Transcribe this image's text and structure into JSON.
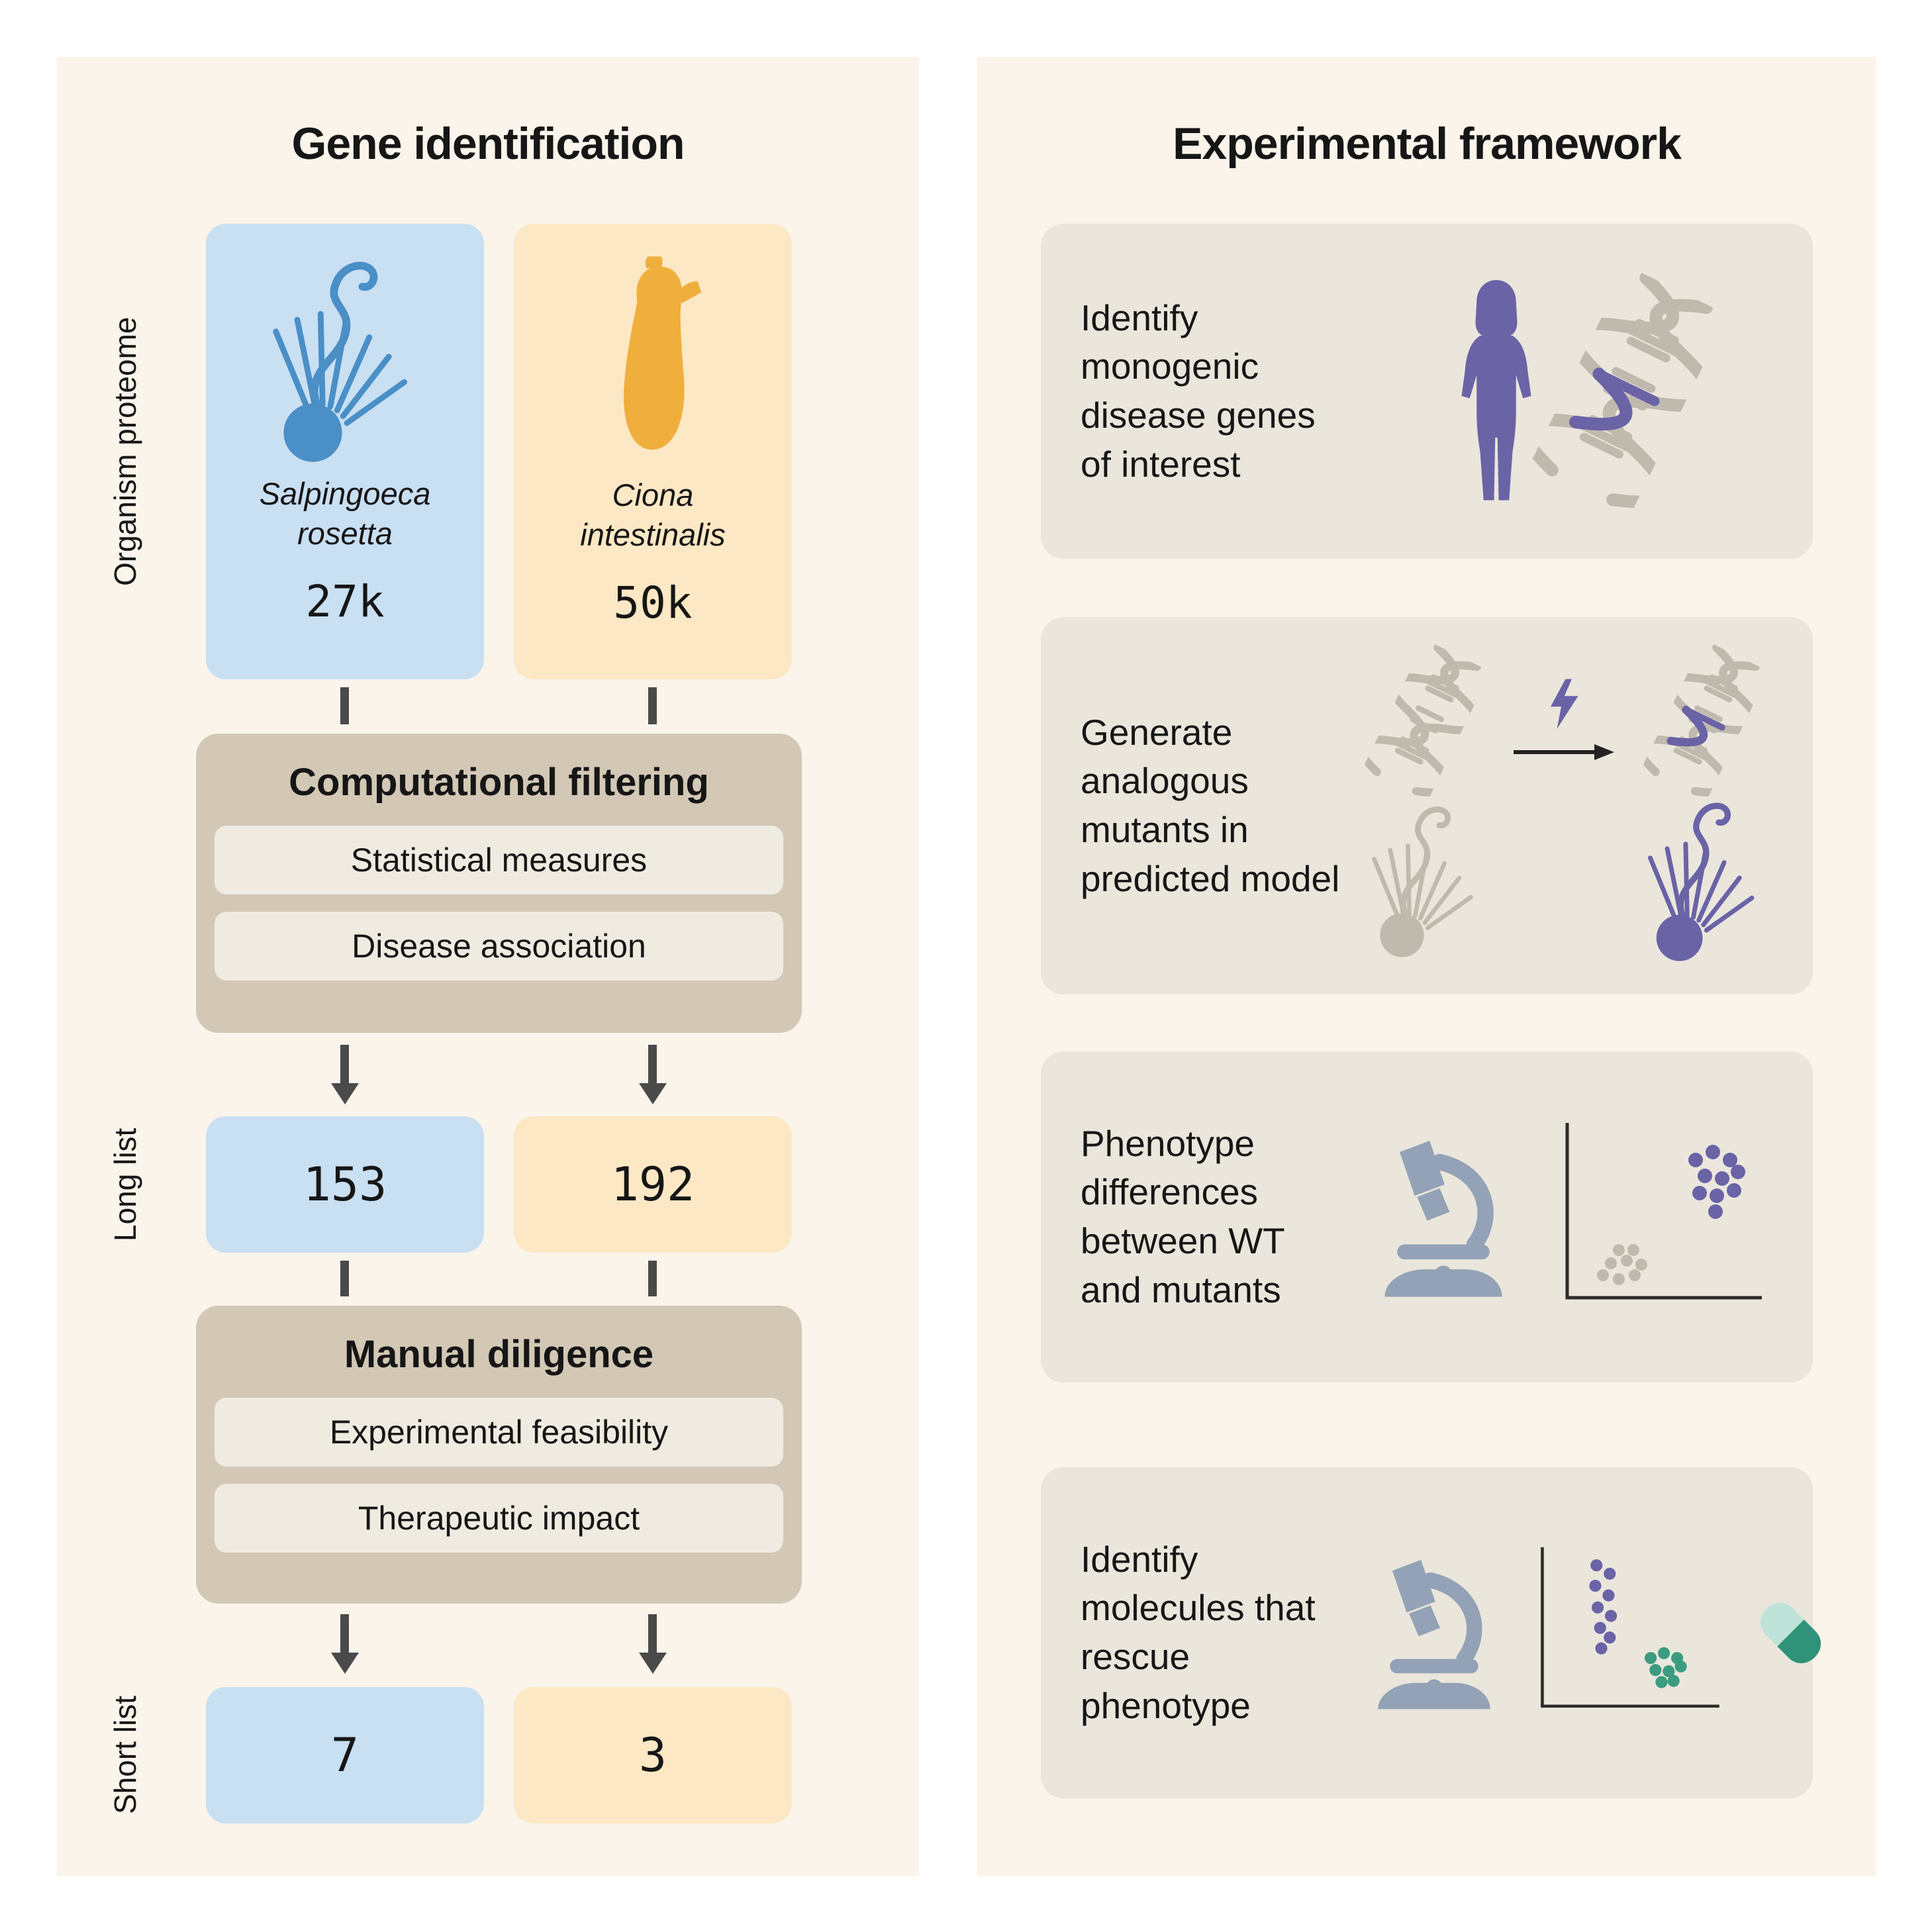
{
  "colors": {
    "panel_bg": "#FAF4EB",
    "card_bg": "#EAE6DC",
    "stage_bg": "#D2C8B5",
    "chip_bg": "#EFEBE1",
    "blue_box": "#C9DFF2",
    "blue_icon": "#4A8FC6",
    "orange_box": "#FCE8C4",
    "orange_icon": "#F0AE3C",
    "purple": "#6A63A6",
    "gray": "#C0BAAE",
    "microscope": "#93A2B6",
    "green_dots": "#3C9C80",
    "capsule_dark": "#2E9379",
    "capsule_light": "#BFE3D8",
    "arrow": "#4A4A4A",
    "text": "#161616"
  },
  "left_panel": {
    "title": "Gene identification",
    "labels": {
      "organism_proteome": "Organism proteome",
      "long_list": "Long list",
      "short_list": "Short list"
    },
    "organisms": [
      {
        "name": "Salpingoeca rosetta",
        "proteome_size": "27k",
        "icon": "choanoflagellate-icon"
      },
      {
        "name": "Ciona intestinalis",
        "proteome_size": "50k",
        "icon": "tunicate-icon"
      }
    ],
    "stages": [
      {
        "title": "Computational filtering",
        "items": [
          "Statistical measures",
          "Disease association"
        ]
      },
      {
        "title": "Manual diligence",
        "items": [
          "Experimental feasibility",
          "Therapeutic impact"
        ]
      }
    ],
    "long_list": [
      "153",
      "192"
    ],
    "short_list": [
      "7",
      "3"
    ]
  },
  "right_panel": {
    "title": "Experimental framework",
    "steps": [
      {
        "text": "Identify monogenic disease genes of interest",
        "icons": [
          "human-silhouette-icon",
          "dna-mutation-icon"
        ]
      },
      {
        "text": "Generate analogous mutants in predicted model",
        "icons": [
          "dna-icon",
          "lightning-icon",
          "arrow-right-icon",
          "dna-mutation-icon",
          "choanoflagellate-icon",
          "choanoflagellate-mutant-icon"
        ]
      },
      {
        "text": "Phenotype differences between WT and mutants",
        "icons": [
          "microscope-icon",
          "scatter-plot-icon"
        ]
      },
      {
        "text": "Identify molecules that rescue phenotype",
        "icons": [
          "microscope-icon",
          "scatter-plot-icon",
          "capsule-icon"
        ]
      }
    ]
  }
}
